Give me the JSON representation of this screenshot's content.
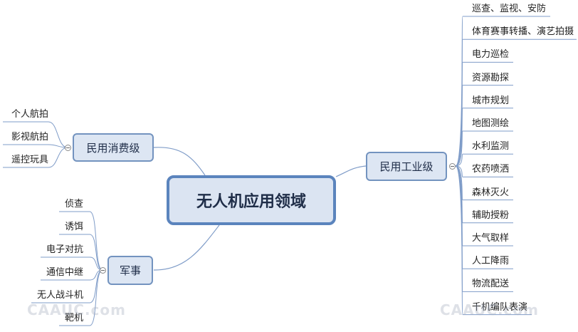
{
  "root": {
    "label": "无人机应用领域"
  },
  "branches": {
    "consumer": {
      "label": "民用消费级",
      "items": [
        "个人航拍",
        "影视航拍",
        "遥控玩具"
      ]
    },
    "military": {
      "label": "军事",
      "items": [
        "侦查",
        "诱饵",
        "电子对抗",
        "通信中继",
        "无人战斗机",
        "靶机"
      ]
    },
    "industrial": {
      "label": "民用工业级",
      "items": [
        "巡查、监视、安防",
        "体育赛事转播、演艺拍摄",
        "电力巡检",
        "资源勘探",
        "城市规划",
        "地图测绘",
        "水利监测",
        "农药喷洒",
        "森林灭火",
        "辅助授粉",
        "大气取样",
        "人工降雨",
        "物流配送",
        "千机编队表演"
      ]
    }
  },
  "watermark": {
    "text": "CAAUC.com"
  },
  "colors": {
    "node_fill": "#dde6f3",
    "node_border": "#7393bf",
    "line": "#7f9cc8"
  }
}
